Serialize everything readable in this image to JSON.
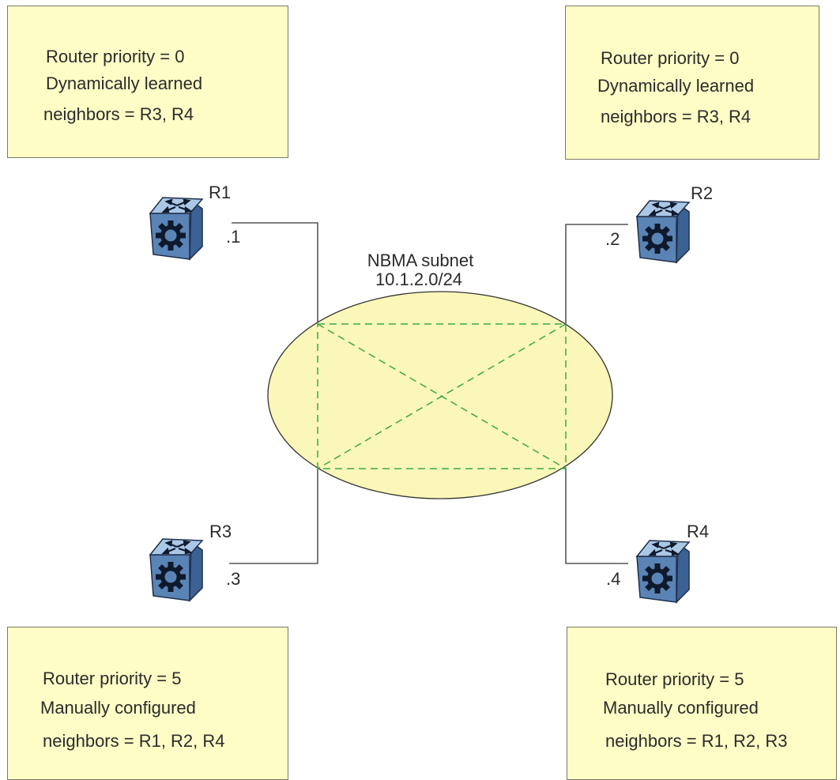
{
  "colors": {
    "box_fill": "#fefdc6",
    "ellipse_fill": "#fbf7b8",
    "mesh_dash": "#3aa84a",
    "router_face": "#5a83b6",
    "router_top": "#aac8e6",
    "router_side": "#3c6194"
  },
  "subnet": {
    "name": "NBMA subnet",
    "address": "10.1.2.0/24"
  },
  "routers": [
    {
      "id": "R1",
      "label": "R1",
      "ip_suffix": ".1",
      "icon": "router-icon"
    },
    {
      "id": "R2",
      "label": "R2",
      "ip_suffix": ".2",
      "icon": "router-icon"
    },
    {
      "id": "R3",
      "label": "R3",
      "ip_suffix": ".3",
      "icon": "router-icon"
    },
    {
      "id": "R4",
      "label": "R4",
      "ip_suffix": ".4",
      "icon": "router-icon"
    }
  ],
  "boxes": [
    {
      "router": "R1",
      "lines": [
        "Router priority = 0",
        "Dynamically learned",
        "neighbors = R3, R4"
      ]
    },
    {
      "router": "R2",
      "lines": [
        "Router priority = 0",
        "Dynamically learned",
        "neighbors = R3, R4"
      ]
    },
    {
      "router": "R3",
      "lines": [
        "Router priority = 5",
        "Manually configured",
        "neighbors = R1, R2, R4"
      ]
    },
    {
      "router": "R4",
      "lines": [
        "Router priority = 5",
        "Manually configured",
        "neighbors = R1, R2, R3"
      ]
    }
  ]
}
